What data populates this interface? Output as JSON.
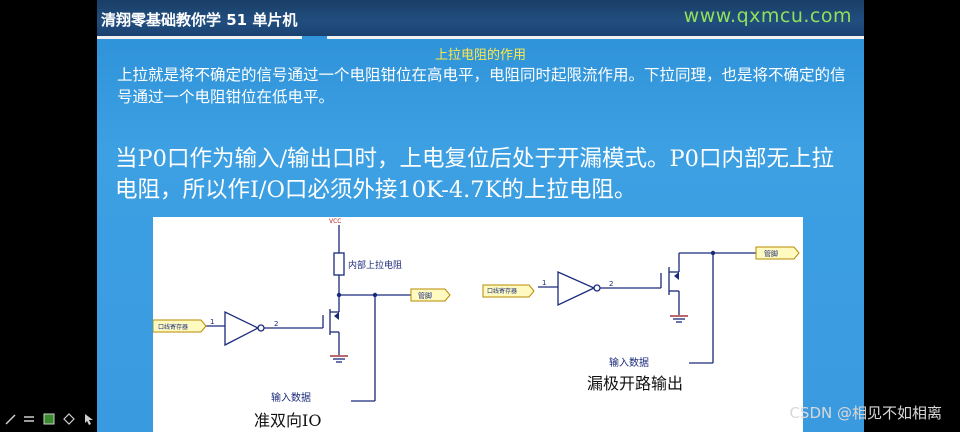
{
  "topbar": {
    "brand": "清翔零基础教你学 51 单片机",
    "site": "www.qxmcu.com"
  },
  "slide": {
    "heading": "上拉电阻的作用",
    "para1": "上拉就是将不确定的信号通过一个电阻钳位在高电平，电阻同时起限流作用。下拉同理，也是将不确定的信号通过一个电阻钳位在低电平。",
    "para2": "当P0口作为输入/输出口时，上电复位后处于开漏模式。P0口内部无上拉电阻，所以作I/O口必须外接10K-4.7K的上拉电阻。"
  },
  "diagram_left": {
    "vcc": "VCC",
    "resistor_label": "内部上拉电阻",
    "latch_label": "口线寄存器",
    "pin1": "1",
    "pin2": "2",
    "pin_label": "管脚",
    "input_label": "输入数据",
    "caption": "准双向IO"
  },
  "diagram_right": {
    "latch_label": "口线寄存器",
    "pin1": "1",
    "pin2": "2",
    "pin_label": "管脚",
    "input_label": "输入数据",
    "caption": "漏极开路输出"
  },
  "watermark": "CSDN @相见不如相离",
  "colors": {
    "accent": "#ffe84a",
    "site": "#8fe05a",
    "wire": "#1a2a7a",
    "tag": "#fffbc0"
  }
}
